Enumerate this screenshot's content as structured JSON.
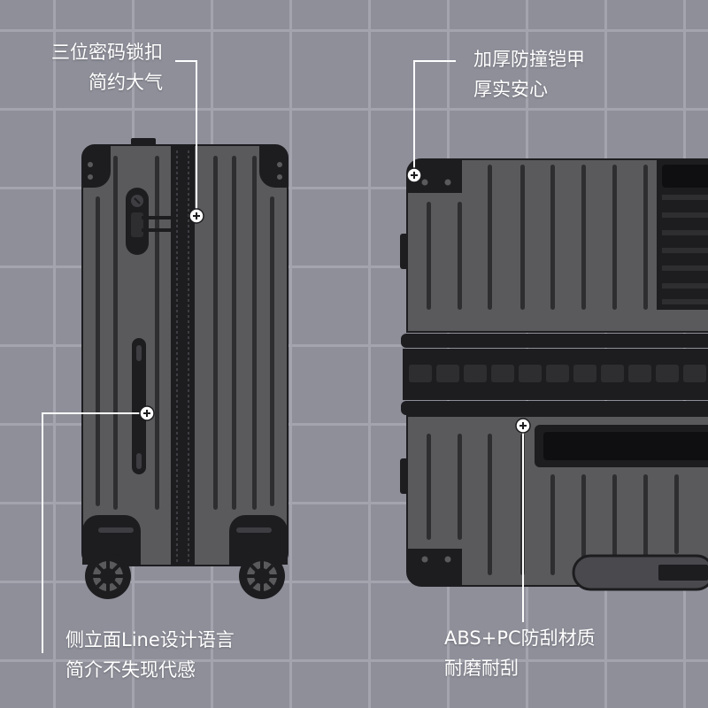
{
  "callouts": {
    "lock": {
      "line1": "三位密码锁扣",
      "line2": "简约大气"
    },
    "armor": {
      "line1": "加厚防撞铠甲",
      "line2": "厚实安心"
    },
    "side": {
      "line1": "侧立面Line设计语言",
      "line2": "简介不失现代感"
    },
    "material": {
      "line1": "ABS+PC防刮材质",
      "line2": "耐磨耐刮"
    }
  },
  "colors": {
    "background": "#8e8f99",
    "grid": "#a3a4ad",
    "shell": "#5a5a5d",
    "groove": "#2e2e31",
    "black": "#1d1d20",
    "text": "#ffffff"
  },
  "icons": [
    "plus-circle-icon",
    "wheel-icon",
    "tsa-lock-icon"
  ]
}
